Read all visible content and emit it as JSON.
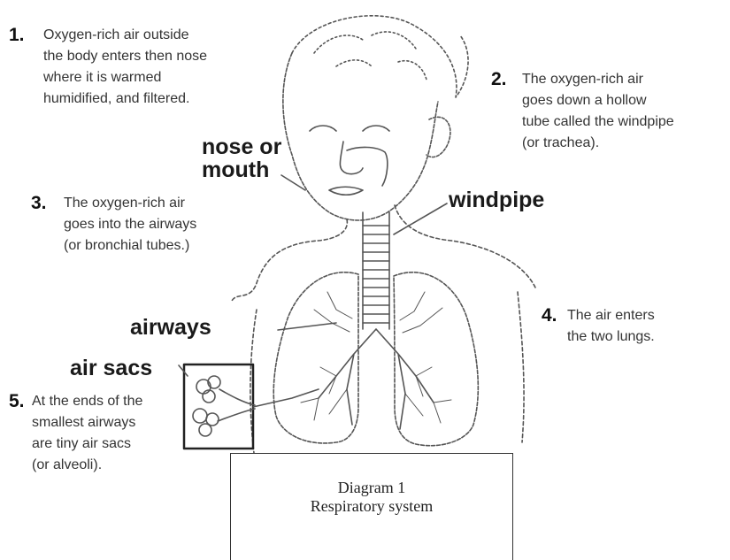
{
  "diagram": {
    "steps": [
      {
        "number": "1.",
        "lines": [
          "Oxygen-rich air outside",
          "the body enters then nose",
          "where it is warmed",
          "humidified, and filtered."
        ]
      },
      {
        "number": "2.",
        "lines": [
          "The oxygen-rich air",
          "goes down a hollow",
          "tube called the windpipe",
          "(or trachea)."
        ]
      },
      {
        "number": "3.",
        "lines": [
          "The oxygen-rich air",
          "goes into the airways",
          "(or bronchial tubes.)"
        ]
      },
      {
        "number": "4.",
        "lines": [
          "The air enters",
          "the two lungs."
        ]
      },
      {
        "number": "5.",
        "lines": [
          "At the ends of the",
          "smallest airways",
          "are tiny air sacs",
          "(or alveoli)."
        ]
      }
    ],
    "labels": {
      "nose_or_mouth": [
        "nose or",
        "mouth"
      ],
      "windpipe": "windpipe",
      "airways": "airways",
      "air_sacs": "air sacs"
    },
    "caption": {
      "title": "Diagram 1",
      "subtitle": "Respiratory system"
    }
  }
}
